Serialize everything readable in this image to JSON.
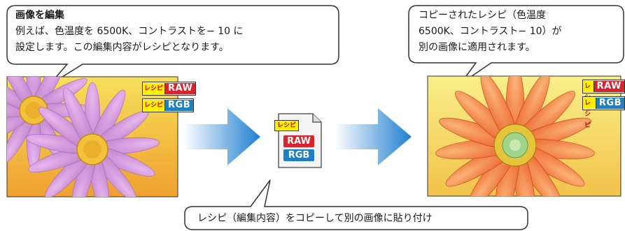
{
  "bubbles": {
    "top_left": {
      "title": "画像を編集",
      "line1": "例えば、色温度を 6500K、コントラストを− 10 に",
      "line2": "設定します。この編集内容がレシピとなります。"
    },
    "top_right": {
      "line1": "コピーされたレシピ（色温度",
      "line2": "6500K、コントラスト− 10）が",
      "line3": "別の画像に適用されます。"
    },
    "bottom": {
      "text": "レシピ（編集内容）をコピーして別の画像に貼り付け"
    }
  },
  "badges": {
    "recipe": "レシピ",
    "raw": "RAW",
    "rgb": "RGB"
  },
  "file_icon": {
    "tag": "レシピ",
    "raw": "RAW",
    "rgb": "RGB"
  },
  "colors": {
    "arrow": "#1f7fd0",
    "raw_badge": "#d9232d",
    "rgb_badge": "#1e7fc4",
    "recipe_tag": "#fff000"
  }
}
